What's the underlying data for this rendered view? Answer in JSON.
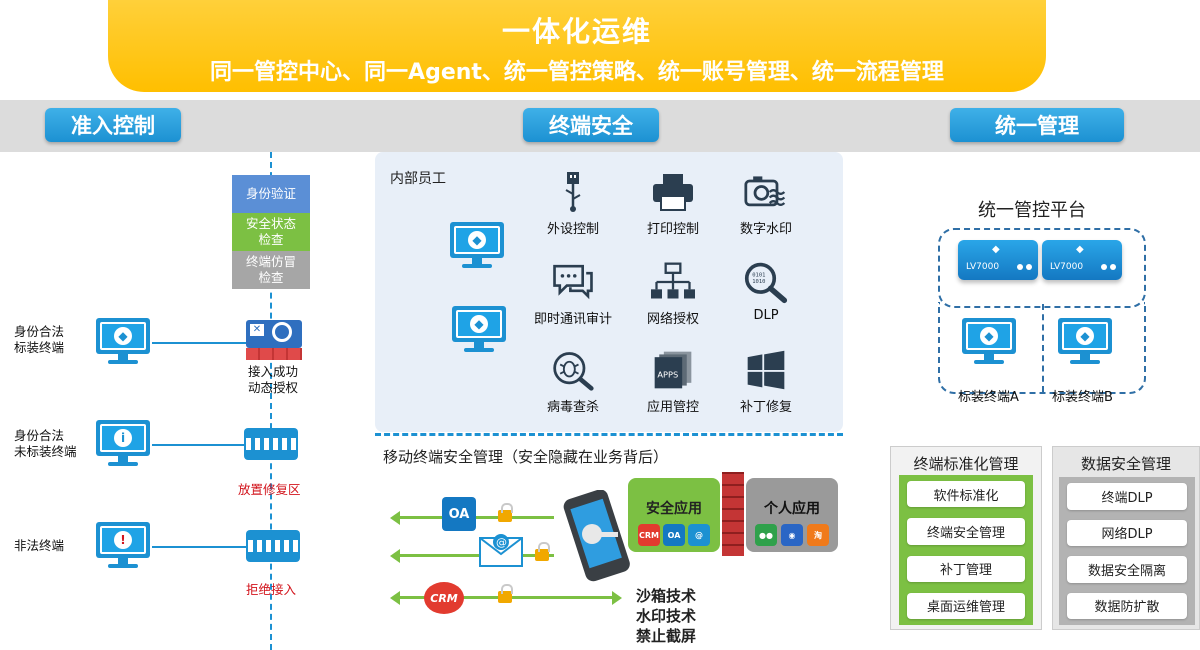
{
  "banner": {
    "title": "一体化运维",
    "subtitle": "同一管控中心、同一Agent、统一管控策略、统一账号管理、统一流程管理"
  },
  "sections": {
    "access": "准入控制",
    "terminal": "终端安全",
    "unified": "统一管理"
  },
  "access": {
    "checks": [
      "身份验证",
      "安全状态\n检查",
      "终端仿冒\n检查"
    ],
    "rows": [
      {
        "label": "身份合法\n标装终端",
        "result": "接入成功\n动态授权"
      },
      {
        "label": "身份合法\n未标装终端",
        "result": "放置修复区"
      },
      {
        "label": "非法终端",
        "result": "拒绝接入"
      }
    ]
  },
  "terminal": {
    "group_label": "内部员工",
    "features": [
      {
        "label": "外设控制",
        "icon": "usb-icon"
      },
      {
        "label": "打印控制",
        "icon": "printer-icon"
      },
      {
        "label": "数字水印",
        "icon": "camera-watermark-icon"
      },
      {
        "label": "即时通讯审计",
        "icon": "chat-icon"
      },
      {
        "label": "网络授权",
        "icon": "network-tree-icon"
      },
      {
        "label": "DLP",
        "icon": "magnifier-icon"
      },
      {
        "label": "病毒查杀",
        "icon": "bug-icon"
      },
      {
        "label": "应用管控",
        "icon": "apps-icon"
      },
      {
        "label": "补丁修复",
        "icon": "windows-icon"
      }
    ],
    "mobile_title": "移动终端安全管理（安全隐藏在业务背后）",
    "secure_apps": "安全应用",
    "personal_apps": "个人应用",
    "techniques": [
      "沙箱技术",
      "水印技术",
      "禁止截屏"
    ],
    "app_icons": [
      "OA",
      "CRM",
      "OA"
    ]
  },
  "unified": {
    "platform_title": "统一管控平台",
    "servers": [
      "LV7000",
      "LV7000"
    ],
    "terminals": [
      "标装终端A",
      "标装终端B"
    ],
    "std_mgmt": {
      "title": "终端标准化管理",
      "items": [
        "软件标准化",
        "终端安全管理",
        "补丁管理",
        "桌面运维管理"
      ]
    },
    "data_mgmt": {
      "title": "数据安全管理",
      "items": [
        "终端DLP",
        "网络DLP",
        "数据安全隔离",
        "数据防扩散"
      ]
    }
  },
  "colors": {
    "banner": "#ffc107",
    "accent_blue": "#1c91d2",
    "alert_red": "#d2141c",
    "arrow_green": "#7cc043",
    "std_panel": "#7cc043",
    "data_panel": "#b3b3b3"
  }
}
